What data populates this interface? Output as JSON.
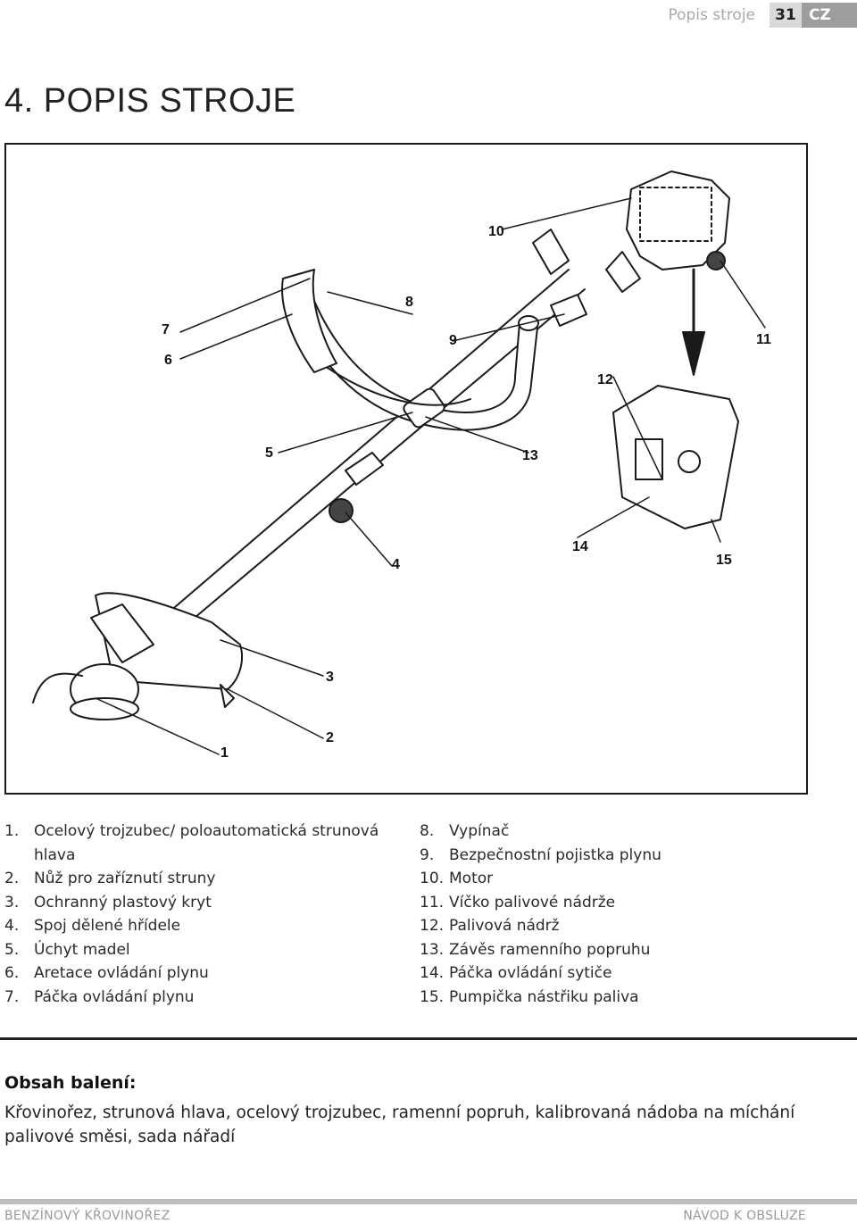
{
  "header": {
    "title": "Popis stroje",
    "page_number": "31",
    "language": "CZ"
  },
  "heading": "4. POPIS STROJE",
  "figure": {
    "callouts": [
      "1",
      "2",
      "3",
      "4",
      "5",
      "6",
      "7",
      "8",
      "9",
      "10",
      "11",
      "12",
      "13",
      "14",
      "15"
    ]
  },
  "legend": {
    "left": [
      {
        "n": "1.",
        "t": "Ocelový trojzubec/ poloautomatická strunová hlava"
      },
      {
        "n": "2.",
        "t": "Nůž pro zaříznutí struny"
      },
      {
        "n": "3.",
        "t": "Ochranný plastový kryt"
      },
      {
        "n": "4.",
        "t": "Spoj dělené hřídele"
      },
      {
        "n": "5.",
        "t": "Úchyt madel"
      },
      {
        "n": "6.",
        "t": "Aretace ovládání plynu"
      },
      {
        "n": "7.",
        "t": "Páčka ovládání plynu"
      }
    ],
    "right": [
      {
        "n": "8.",
        "t": "Vypínač"
      },
      {
        "n": "9.",
        "t": "Bezpečnostní pojistka plynu"
      },
      {
        "n": "10.",
        "t": "Motor"
      },
      {
        "n": "11.",
        "t": "Víčko palivové nádrže"
      },
      {
        "n": "12.",
        "t": "Palivová nádrž"
      },
      {
        "n": "13.",
        "t": "Závěs ramenního popruhu"
      },
      {
        "n": "14.",
        "t": "Páčka ovládání sytiče"
      },
      {
        "n": "15.",
        "t": "Pumpička nástřiku paliva"
      }
    ]
  },
  "package": {
    "heading": "Obsah balení:",
    "text": "Křovinořez, strunová hlava, ocelový trojzubec, ramenní popruh, kalibrovaná nádoba na míchání palivové směsi, sada nářadí"
  },
  "footer": {
    "left": "BENZÍNOVÝ KŘOVINOŘEZ",
    "right": "NÁVOD K OBSLUZE"
  }
}
